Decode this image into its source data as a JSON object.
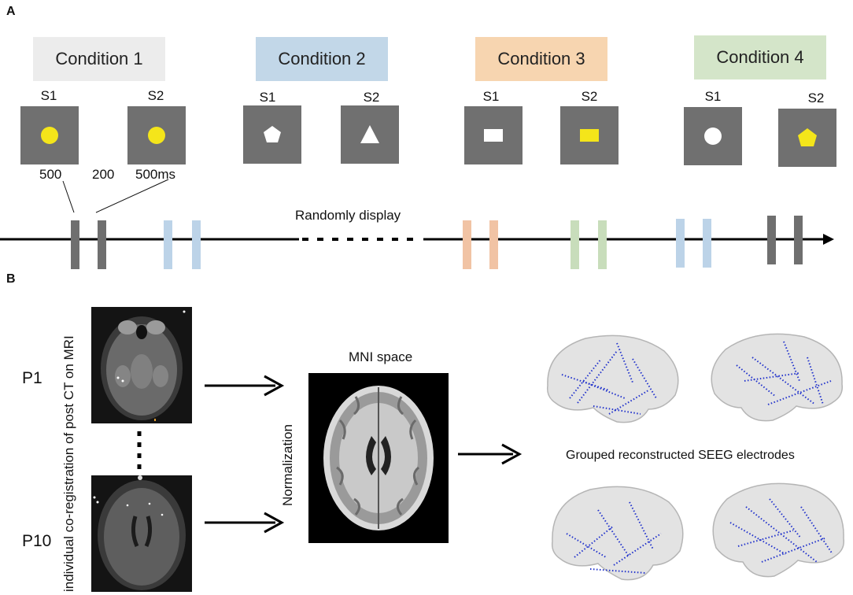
{
  "panel_a": {
    "letter": "A",
    "conditions": [
      {
        "label": "Condition 1",
        "color": "#ececec",
        "s1_label": "S1",
        "s2_label": "S2",
        "s1_shape": "circle",
        "s1_color": "#f4e51a",
        "s2_shape": "circle",
        "s2_color": "#f4e51a"
      },
      {
        "label": "Condition 2",
        "color": "#c2d7e8",
        "s1_label": "S1",
        "s2_label": "S2",
        "s1_shape": "pentagon",
        "s1_color": "#ffffff",
        "s2_shape": "triangle",
        "s2_color": "#ffffff"
      },
      {
        "label": "Condition 3",
        "color": "#f7d5b0",
        "s1_label": "S1",
        "s2_label": "S2",
        "s1_shape": "rectangle",
        "s1_color": "#ffffff",
        "s2_shape": "rectangle",
        "s2_color": "#f4e51a"
      },
      {
        "label": "Condition 4",
        "color": "#d4e5c9",
        "s1_label": "S1",
        "s2_label": "S2",
        "s1_shape": "circle",
        "s1_color": "#ffffff",
        "s2_shape": "pentagon",
        "s2_color": "#f4e51a"
      }
    ],
    "timing": {
      "s1": "500",
      "gap": "200",
      "s2": "500ms"
    },
    "timeline_label": "Randomly display",
    "bar_colors": {
      "gray": "#6f6f6f",
      "blue": "#bcd3e8",
      "orange": "#f1c3a4",
      "green": "#c8ddbb"
    }
  },
  "panel_b": {
    "letter": "B",
    "subject_first": "P1",
    "subject_last": "P10",
    "vertical_caption": "individual co-registration of post CT on MRI",
    "normalization_label": "Normalization",
    "mni_label": "MNI space",
    "grouped_label": "Grouped reconstructed SEEG electrodes",
    "electrode_color": "#2233cc"
  }
}
